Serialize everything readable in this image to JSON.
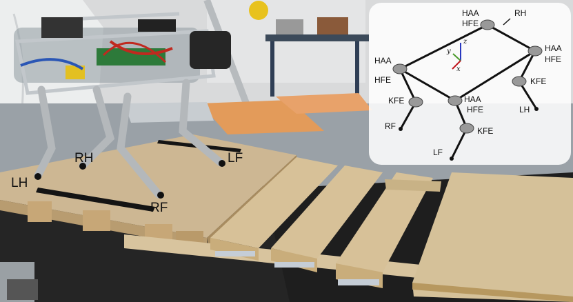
{
  "photo_labels": {
    "rh": "RH",
    "lf": "LF",
    "lh": "LH",
    "rf": "RF"
  },
  "diagram": {
    "rh_top": "RH",
    "rh_haa": "HAA",
    "rh_hfe": "HFE",
    "lh_haa": "HAA",
    "lh_hfe": "HFE",
    "lh_kfe": "KFE",
    "lh_foot": "LH",
    "rf_haa": "HAA",
    "rf_hfe": "HFE",
    "rf_kfe": "KFE",
    "rf_foot": "RF",
    "lf_haa": "HAA",
    "lf_hfe": "HFE",
    "lf_kfe": "KFE",
    "lf_foot": "LF",
    "axis_x": "x",
    "axis_y": "y",
    "axis_z": "z"
  },
  "colors": {
    "axis_x": "#c0171f",
    "axis_y": "#4a9a2a",
    "axis_z": "#2838c0"
  }
}
